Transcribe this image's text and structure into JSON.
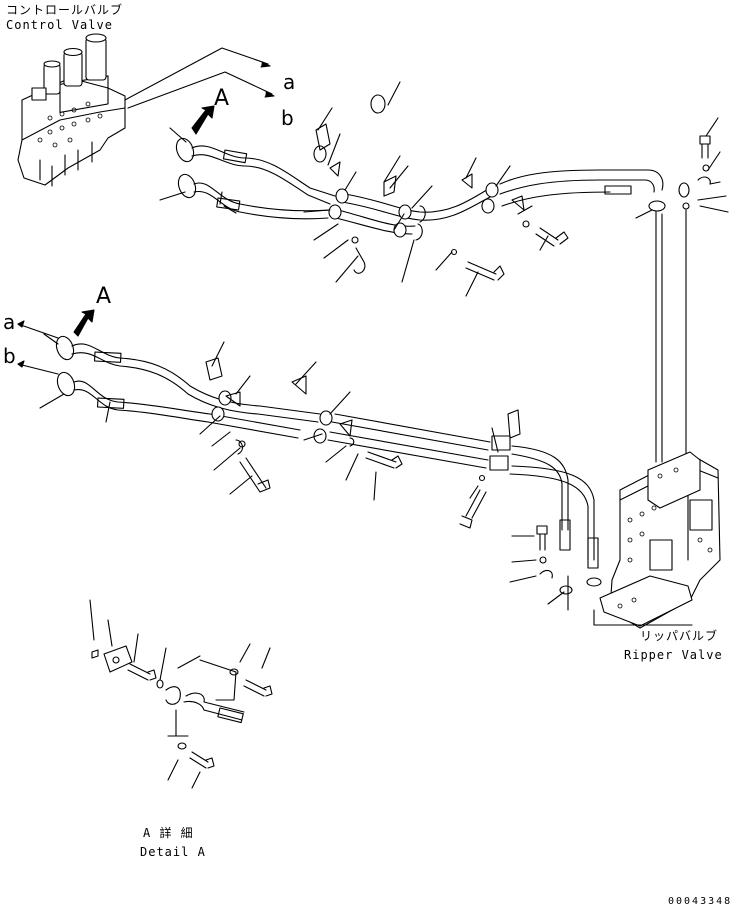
{
  "labels": {
    "control_valve_jp": "コントロールバルブ",
    "control_valve_en": "Control Valve",
    "ripper_valve_jp": "リッパバルブ",
    "ripper_valve_en": "Ripper Valve",
    "detail_jp": "A 詳 細",
    "detail_en": "Detail A",
    "view_a_top": "A",
    "view_a_left": "A",
    "port_a_top": "a",
    "port_b_top": "b",
    "port_a_left": "a",
    "port_b_left": "b",
    "drawing_code": "00043348"
  },
  "colors": {
    "line": "#000000",
    "background": "#ffffff"
  }
}
